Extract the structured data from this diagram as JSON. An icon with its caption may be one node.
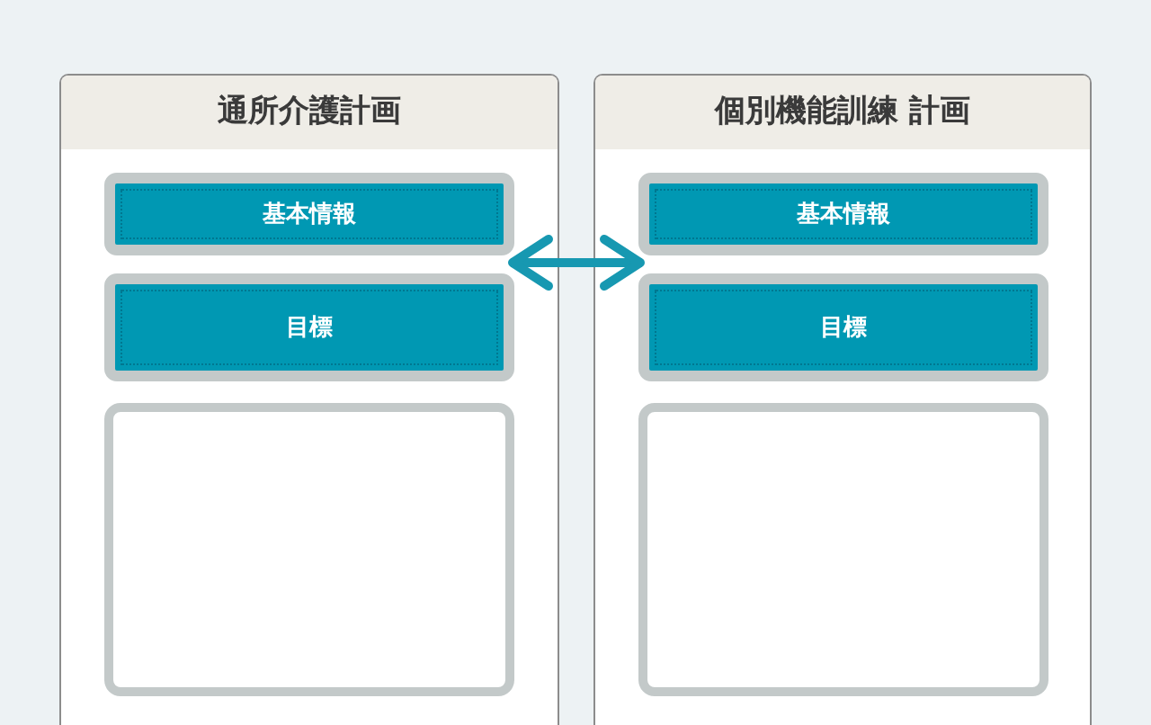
{
  "diagram": {
    "nodes": [
      {
        "text": [
          "通所介護計画"
        ]
      },
      {
        "text": [
          "基本情報"
        ],
        "in": 0
      },
      {
        "text": [
          "目標"
        ],
        "in": 0
      },
      {
        "text": [],
        "shape": "box",
        "in": 0
      },
      {
        "text": [
          "個別機能訓練 計画"
        ]
      },
      {
        "text": [
          "基本情報"
        ],
        "in": 4
      },
      {
        "text": [
          "目標"
        ],
        "in": 4
      },
      {
        "text": [],
        "shape": "box",
        "in": 4
      }
    ],
    "edges": [
      {
        "from": 1,
        "to": 5,
        "arrow": "both"
      }
    ]
  }
}
